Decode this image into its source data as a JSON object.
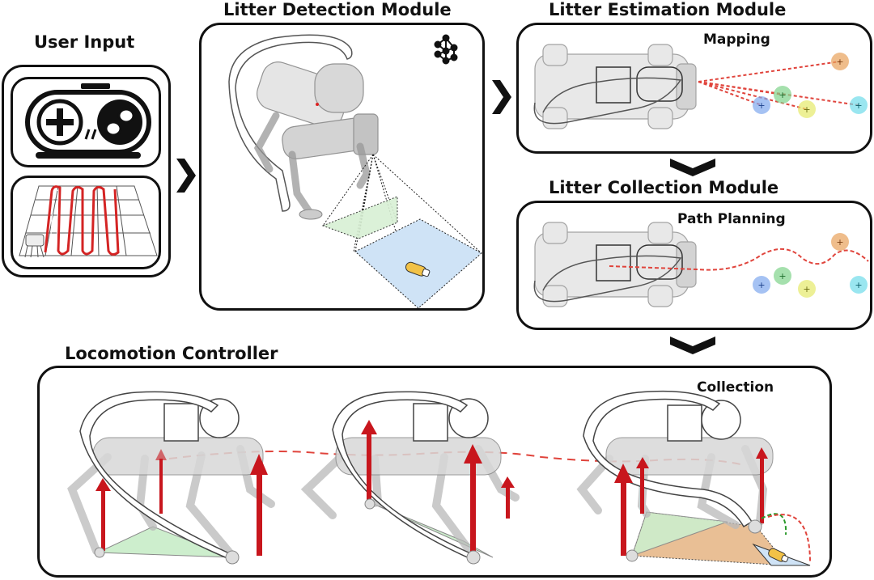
{
  "user_input": {
    "title": "User Input"
  },
  "detection": {
    "title": "Litter Detection Module"
  },
  "estimation": {
    "title": "Litter Estimation Module",
    "sub": "Mapping"
  },
  "collection": {
    "title": "Litter Collection Module",
    "sub": "Path Planning"
  },
  "locomotion": {
    "title": "Locomotion Controller",
    "sub": "Collection"
  },
  "colors": {
    "trajectory": "#e0443c",
    "force_arrow": "#c8161d",
    "support_polygon": "#cfeecf",
    "litter": [
      "#e8a15a",
      "#7fd38a",
      "#7fa8ee",
      "#e6ea6a",
      "#6fdcea"
    ]
  },
  "icons": [
    "gamepad-icon",
    "neural-network-icon",
    "chevron-right-icon",
    "chevron-down-icon"
  ]
}
